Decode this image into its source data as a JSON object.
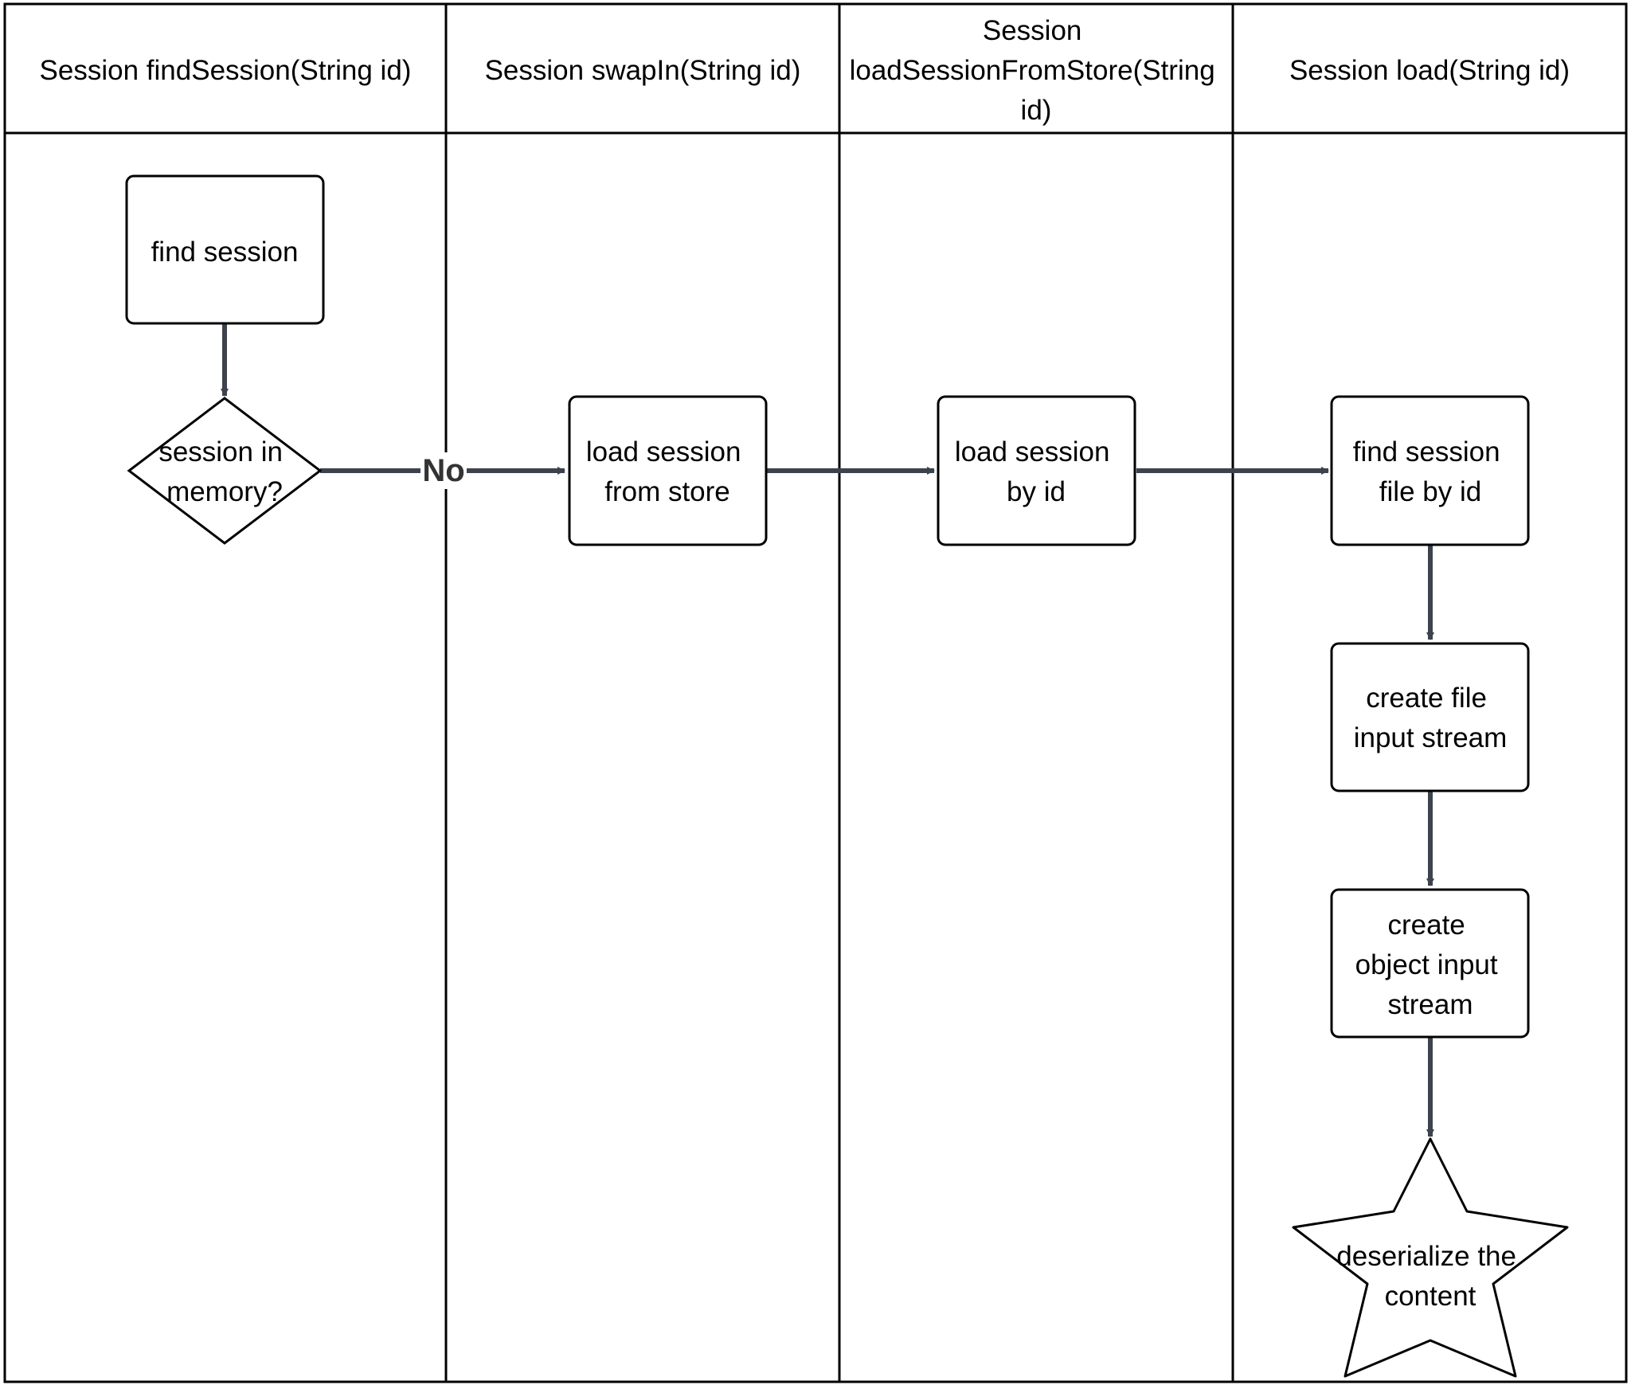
{
  "lanes": [
    {
      "title": [
        "Session findSession(String id)"
      ]
    },
    {
      "title": [
        "Session swapIn(String id)"
      ]
    },
    {
      "title": [
        "Session",
        "loadSessionFromStore(String",
        "id)"
      ]
    },
    {
      "title": [
        "Session load(String id)"
      ]
    }
  ],
  "nodes": {
    "find_session": {
      "shape": "rectangle",
      "lines": [
        "find session"
      ]
    },
    "session_in_memory": {
      "shape": "diamond",
      "lines": [
        "session in",
        "memory?"
      ]
    },
    "load_session_from_store": {
      "shape": "rectangle",
      "lines": [
        "load session",
        "from store"
      ]
    },
    "load_session_by_id": {
      "shape": "rectangle",
      "lines": [
        "load session",
        "by id"
      ]
    },
    "find_session_file_by_id": {
      "shape": "rectangle",
      "lines": [
        "find session",
        "file by id"
      ]
    },
    "create_file_input_stream": {
      "shape": "rectangle",
      "lines": [
        "create file",
        "input stream"
      ]
    },
    "create_object_input_stream": {
      "shape": "rectangle",
      "lines": [
        "create",
        "object input",
        "stream"
      ]
    },
    "deserialize_the_content": {
      "shape": "star",
      "lines": [
        "deserialize the",
        "content"
      ]
    }
  },
  "edges": [
    {
      "from": "find_session",
      "to": "session_in_memory",
      "label": ""
    },
    {
      "from": "session_in_memory",
      "to": "load_session_from_store",
      "label": "No"
    },
    {
      "from": "load_session_from_store",
      "to": "load_session_by_id",
      "label": ""
    },
    {
      "from": "load_session_by_id",
      "to": "find_session_file_by_id",
      "label": ""
    },
    {
      "from": "find_session_file_by_id",
      "to": "create_file_input_stream",
      "label": ""
    },
    {
      "from": "create_file_input_stream",
      "to": "create_object_input_stream",
      "label": ""
    },
    {
      "from": "create_object_input_stream",
      "to": "deserialize_the_content",
      "label": ""
    }
  ],
  "colors": {
    "border": "#000000",
    "connector": "#3d434d",
    "label": "#333333"
  }
}
